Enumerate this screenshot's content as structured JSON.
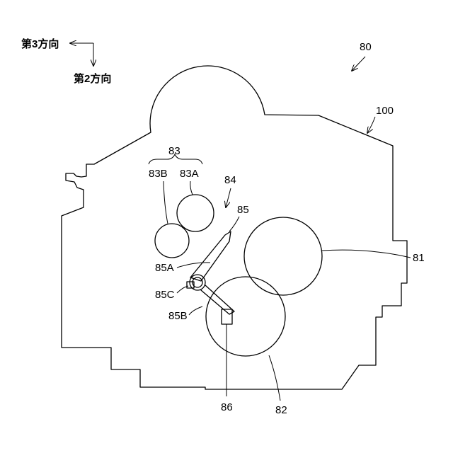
{
  "direction": {
    "third": "第3方向",
    "second": "第2方向"
  },
  "labels": {
    "assembly": "80",
    "housing": "100",
    "group83": "83",
    "roller83B": "83B",
    "roller83A": "83A",
    "gap84": "84",
    "arm85": "85",
    "arm85A": "85A",
    "pivot85C": "85C",
    "part85B": "85B",
    "roller81": "81",
    "roller82": "82",
    "part86": "86"
  }
}
